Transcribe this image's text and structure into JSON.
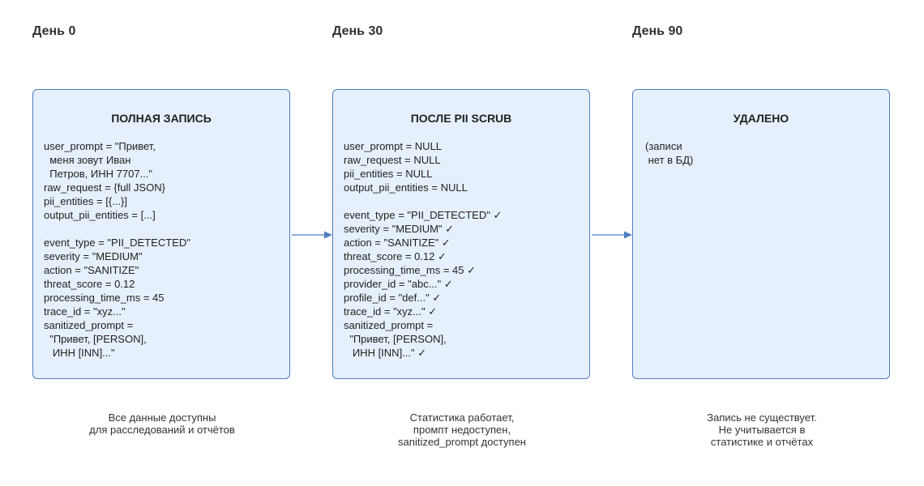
{
  "days": {
    "d0": "День 0",
    "d30": "День 30",
    "d90": "День 90"
  },
  "boxes": {
    "full": {
      "title": "ПОЛНАЯ ЗАПИСЬ",
      "lines": [
        "user_prompt = \"Привет,",
        "  меня зовут Иван",
        "  Петров, ИНН 7707...\"",
        "raw_request = {full JSON}",
        "pii_entities = [{...}]",
        "output_pii_entities = [...]",
        "",
        "event_type = \"PII_DETECTED\"",
        "severity = \"MEDIUM\"",
        "action = \"SANITIZE\"",
        "threat_score = 0.12",
        "processing_time_ms = 45",
        "trace_id = \"xyz...\"",
        "sanitized_prompt =",
        "  \"Привет, [PERSON],",
        "   ИНН [INN]...\""
      ]
    },
    "scrubbed": {
      "title": "ПОСЛЕ PII SCRUB",
      "lines": [
        "user_prompt = NULL",
        "raw_request = NULL",
        "pii_entities = NULL",
        "output_pii_entities = NULL",
        "",
        "event_type = \"PII_DETECTED\" ✓",
        "severity = \"MEDIUM\" ✓",
        "action = \"SANITIZE\" ✓",
        "threat_score = 0.12 ✓",
        "processing_time_ms = 45 ✓",
        "provider_id = \"abc...\" ✓",
        "profile_id = \"def...\" ✓",
        "trace_id = \"xyz...\" ✓",
        "sanitized_prompt =",
        "  \"Привет, [PERSON],",
        "   ИНН [INN]...\" ✓"
      ]
    },
    "deleted": {
      "title": "УДАЛЕНО",
      "lines": [
        "(записи",
        " нет в БД)"
      ]
    }
  },
  "captions": {
    "c0": [
      "Все данные доступны",
      "для расследований и отчётов"
    ],
    "c30": [
      "Статистика работает,",
      "промпт недоступен,",
      "sanitized_prompt доступен"
    ],
    "c90": [
      "Запись не существует.",
      "Не учитывается в",
      "статистике и отчётах"
    ]
  },
  "colors": {
    "box_fill": "#e6f0fc",
    "box_border": "#4f7ec2",
    "arrow": "#4f7ec2"
  }
}
